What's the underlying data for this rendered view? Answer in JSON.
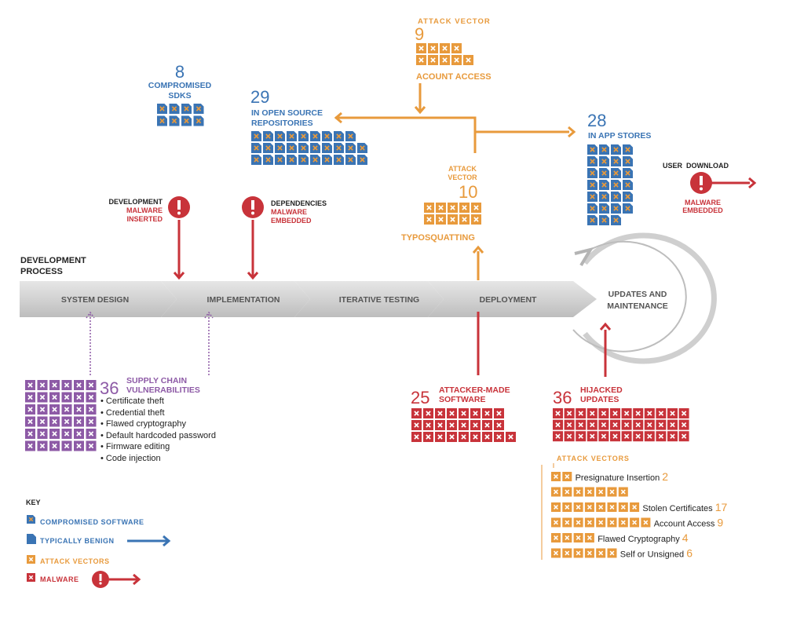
{
  "colors": {
    "blue": "#3a74b4",
    "orange": "#e89a3c",
    "red": "#c8333a",
    "purple": "#8d5aa6",
    "dark": "#222222",
    "chevron_gray": "#d4d4d4"
  },
  "attack_vector_top": {
    "label": "ATTACK VECTOR",
    "count": "9",
    "name": "ACOUNT ACCESS"
  },
  "compromised_sdks": {
    "count": "8",
    "label_line1": "COMPROMISED",
    "label_line2": "SDKS"
  },
  "open_source": {
    "count": "29",
    "label_line1": "IN OPEN SOURCE",
    "label_line2": "REPOSITORIES"
  },
  "app_stores": {
    "count": "28",
    "label": "IN APP STORES"
  },
  "user_download": {
    "label": "USER  DOWNLOAD",
    "malware_line1": "MALWARE",
    "malware_line2": "EMBEDDED"
  },
  "attack_vector_mid": {
    "label_line1": "ATTACK",
    "label_line2": "VECTOR",
    "count": "10",
    "name": "TYPOSQUATTING"
  },
  "development_malware": {
    "line1": "DEVELOPMENT",
    "line2": "MALWARE",
    "line3": "INSERTED"
  },
  "dependencies_malware": {
    "line1": "DEPENDENCIES",
    "line2": "MALWARE",
    "line3": "EMBEDDED"
  },
  "process": {
    "title_line1": "DEVELOPMENT",
    "title_line2": "PROCESS",
    "stages": [
      "SYSTEM DESIGN",
      "IMPLEMENTATION",
      "ITERATIVE TESTING",
      "DEPLOYMENT"
    ],
    "updates_line1": "UPDATES AND",
    "updates_line2": "MAINTENANCE"
  },
  "supply_chain": {
    "count": "36",
    "label_line1": "SUPPLY CHAIN",
    "label_line2": "VULNERABILITIES",
    "items": [
      "Certificate theft",
      "Credential theft",
      "Flawed cryptography",
      "Default hardcoded password",
      "Firmware editing",
      "Code injection"
    ]
  },
  "attacker_made": {
    "count": "25",
    "label_line1": "ATTACKER-MADE",
    "label_line2": "SOFTWARE"
  },
  "hijacked": {
    "count": "36",
    "label_line1": "HIJACKED",
    "label_line2": "UPDATES",
    "vectors_title": "ATTACK VECTORS",
    "vectors": [
      {
        "name": "Presignature Insertion",
        "count": "2",
        "n": 2
      },
      {
        "name": "",
        "count": "",
        "n": 7
      },
      {
        "name": "Stolen Certificates",
        "count": "17",
        "n": 8
      },
      {
        "name": "Account Access",
        "count": "9",
        "n": 9
      },
      {
        "name": "Flawed Cryptography",
        "count": "4",
        "n": 4
      },
      {
        "name": "Self or Unsigned",
        "count": "6",
        "n": 6
      }
    ]
  },
  "key": {
    "title": "KEY",
    "compromised": "COMPROMISED SOFTWARE",
    "benign": "TYPICALLY BENIGN",
    "attack_vectors": "ATTACK VECTORS",
    "malware": "MALWARE"
  }
}
